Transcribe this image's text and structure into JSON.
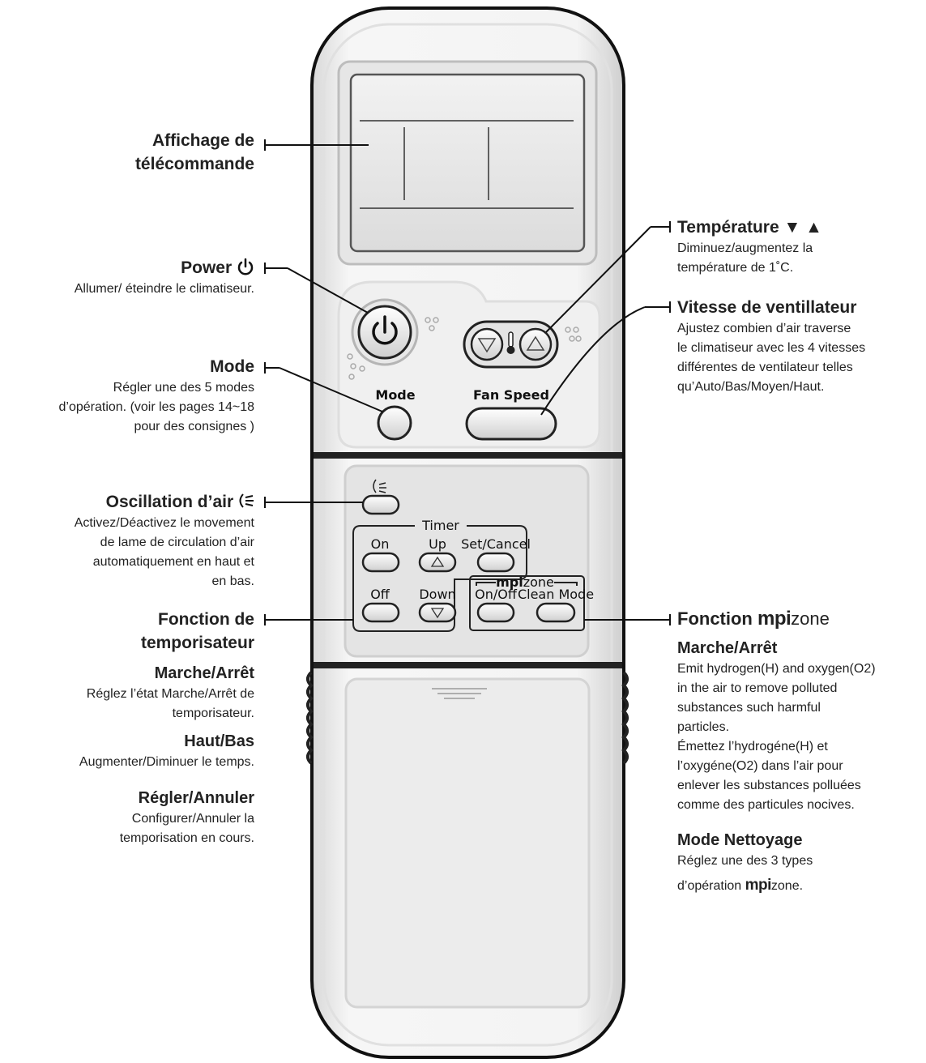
{
  "remote": {
    "mode_label": "Mode",
    "fan_speed_label": "Fan Speed",
    "timer_label": "Timer",
    "on_label": "On",
    "up_label": "Up",
    "set_cancel_label": "Set/Cancel",
    "off_label": "Off",
    "down_label": "Down",
    "mpi_brand": "mpi",
    "mpi_zone": "zone",
    "mpi_on_off_label": "On/Off",
    "clean_mode_label": "Clean Mode"
  },
  "labels": {
    "display": {
      "line1": "Affichage de",
      "line2": "télécommande"
    },
    "power": {
      "title": "Power",
      "desc": "Allumer/ éteindre le climatiseur."
    },
    "mode": {
      "title": "Mode",
      "desc1": "Régler une des 5 modes",
      "desc2": "d’opération. (voir les pages 14~18",
      "desc3": "pour des consignes )"
    },
    "oscillation": {
      "title": "Oscillation d’air",
      "desc1": "Activez/Déactivez le movement",
      "desc2": "de lame de circulation d’air",
      "desc3": "automatiquement en haut et",
      "desc4": "en bas."
    },
    "timer": {
      "line1": "Fonction de",
      "line2": "temporisateur",
      "onoff_title": "Marche/Arrêt",
      "onoff_desc1": "Réglez l’état Marche/Arrêt de",
      "onoff_desc2": "temporisateur.",
      "updown_title": "Haut/Bas",
      "updown_desc": "Augmenter/Diminuer le temps.",
      "setcancel_title": "Régler/Annuler",
      "setcancel_desc1": "Configurer/Annuler la",
      "setcancel_desc2": "temporisation en cours."
    },
    "temperature": {
      "title": "Température ▼ ▲",
      "desc1": "Diminuez/augmentez la",
      "desc2": "température de 1˚C."
    },
    "fan_speed": {
      "title": "Vitesse de ventillateur",
      "desc1": "Ajustez combien d’air traverse",
      "desc2": "le climatiseur avec les 4 vitesses",
      "desc3": "différentes de ventilateur telles",
      "desc4": "qu’Auto/Bas/Moyen/Haut."
    },
    "mpi_function": {
      "title_prefix": "Fonction",
      "brand": "mpi",
      "zone": "zone",
      "onoff_title": "Marche/Arrêt",
      "desc1": "Emit hydrogen(H) and oxygen(O2)",
      "desc2": "in the air to remove polluted",
      "desc3": "substances such harmful",
      "desc4": "particles.",
      "desc5": "Émettez l’hydrogéne(H) et",
      "desc6": "l’oxygéne(O2) dans l’air pour",
      "desc7": "enlever les substances polluées",
      "desc8": "comme des particules nocives.",
      "clean_title": "Mode Nettoyage",
      "clean_desc1": "Réglez une des 3 types",
      "clean_desc2_prefix": "d’opération",
      "clean_brand": "mpi",
      "clean_zone": "zone",
      "clean_suffix": "."
    }
  }
}
